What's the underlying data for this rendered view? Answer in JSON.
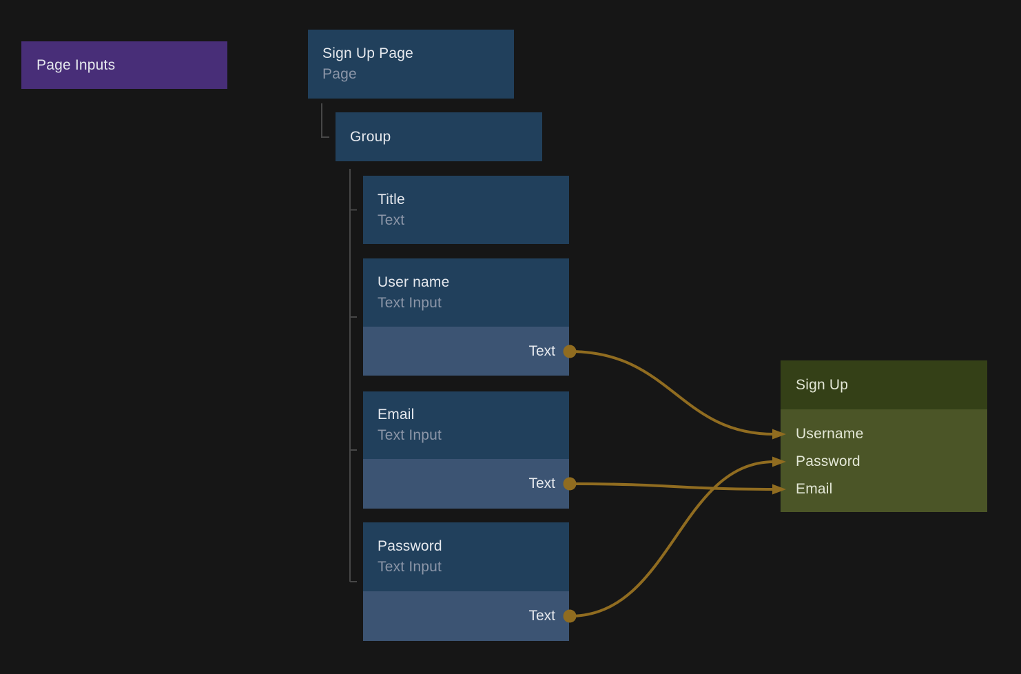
{
  "canvas": {
    "background": "#161616"
  },
  "colors": {
    "purple_node": "#482e78",
    "blue_node_header": "#21405c",
    "blue_node_port_strip": "#3c5473",
    "olive_node_header": "#344017",
    "olive_node_body": "#4b5527",
    "connection_gold": "#906c20",
    "tree_line_gray": "#474747",
    "title_text": "#e6e9ee",
    "subtitle_text": "#8c96a8"
  },
  "nodes": {
    "page_inputs": {
      "label": "Page Inputs"
    },
    "sign_up_page": {
      "title": "Sign Up Page",
      "subtitle": "Page"
    },
    "group": {
      "title": "Group"
    },
    "title": {
      "title": "Title",
      "subtitle": "Text"
    },
    "user_name": {
      "title": "User name",
      "subtitle": "Text Input",
      "output_label": "Text"
    },
    "email": {
      "title": "Email",
      "subtitle": "Text Input",
      "output_label": "Text"
    },
    "password": {
      "title": "Password",
      "subtitle": "Text Input",
      "output_label": "Text"
    },
    "sign_up": {
      "title": "Sign Up",
      "inputs": [
        {
          "label": "Username"
        },
        {
          "label": "Password"
        },
        {
          "label": "Email"
        }
      ]
    }
  },
  "connections": [
    {
      "from": "User name / Text",
      "to": "Sign Up / Username"
    },
    {
      "from": "Email / Text",
      "to": "Sign Up / Email"
    },
    {
      "from": "Password / Text",
      "to": "Sign Up / Password"
    }
  ]
}
